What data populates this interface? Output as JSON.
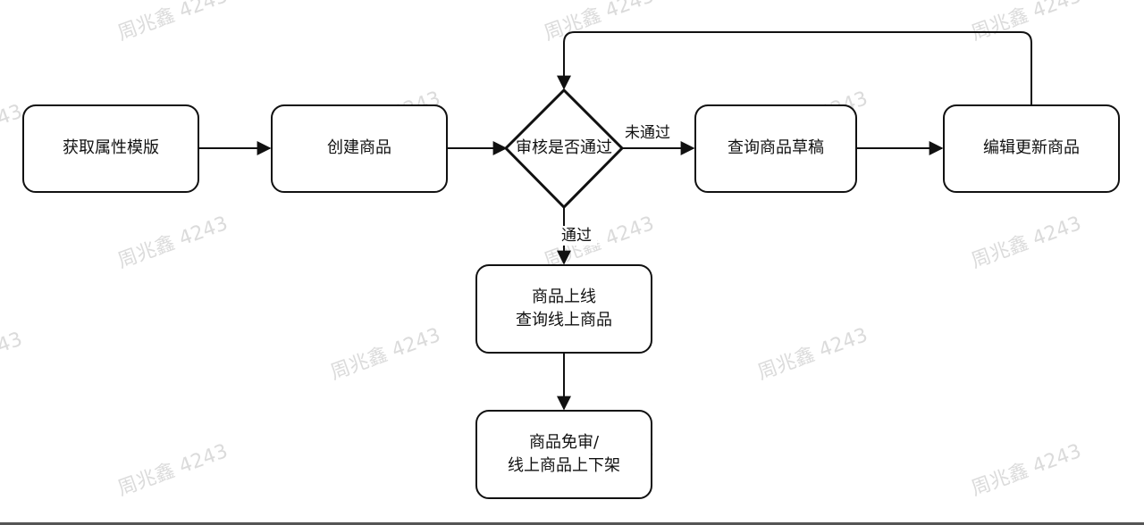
{
  "diagram": {
    "nodes": {
      "get_template": "获取属性模版",
      "create_product": "创建商品",
      "review_check": "审核是否通过",
      "query_draft": "查询商品草稿",
      "edit_update": "编辑更新商品",
      "online_line1": "商品上线",
      "online_line2": "查询线上商品",
      "exempt_line1": "商品免审/",
      "exempt_line2": "线上商品上下架"
    },
    "edge_labels": {
      "not_passed": "未通过",
      "passed": "通过"
    }
  },
  "watermark": {
    "text": "周兆鑫 4243",
    "partial_text": "43"
  },
  "colors": {
    "stroke": "#111111",
    "watermark": "#cfcfcf",
    "background": "#ffffff"
  }
}
